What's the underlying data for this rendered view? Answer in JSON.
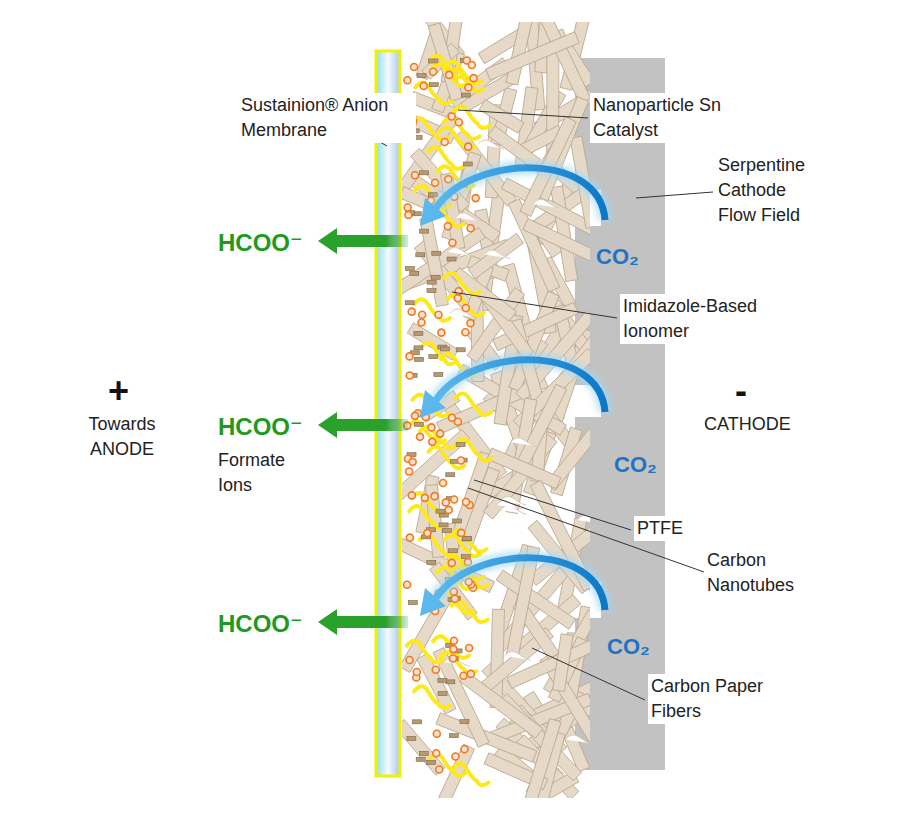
{
  "diagram": {
    "labels": [
      "Sustainion® Anion Membrane",
      "Nanoparticle Sn Catalyst",
      "Serpentine Cathode Flow Field",
      "HCOO⁻",
      "CO₂",
      "Imidazole-Based Ionomer",
      "+",
      "-",
      "Towards ANODE",
      "CATHODE",
      "HCOO⁻",
      "Formate Ions",
      "CO₂",
      "PTFE",
      "Carbon Nanotubes",
      "HCOO⁻",
      "CO₂",
      "Carbon Paper Fibers"
    ]
  }
}
